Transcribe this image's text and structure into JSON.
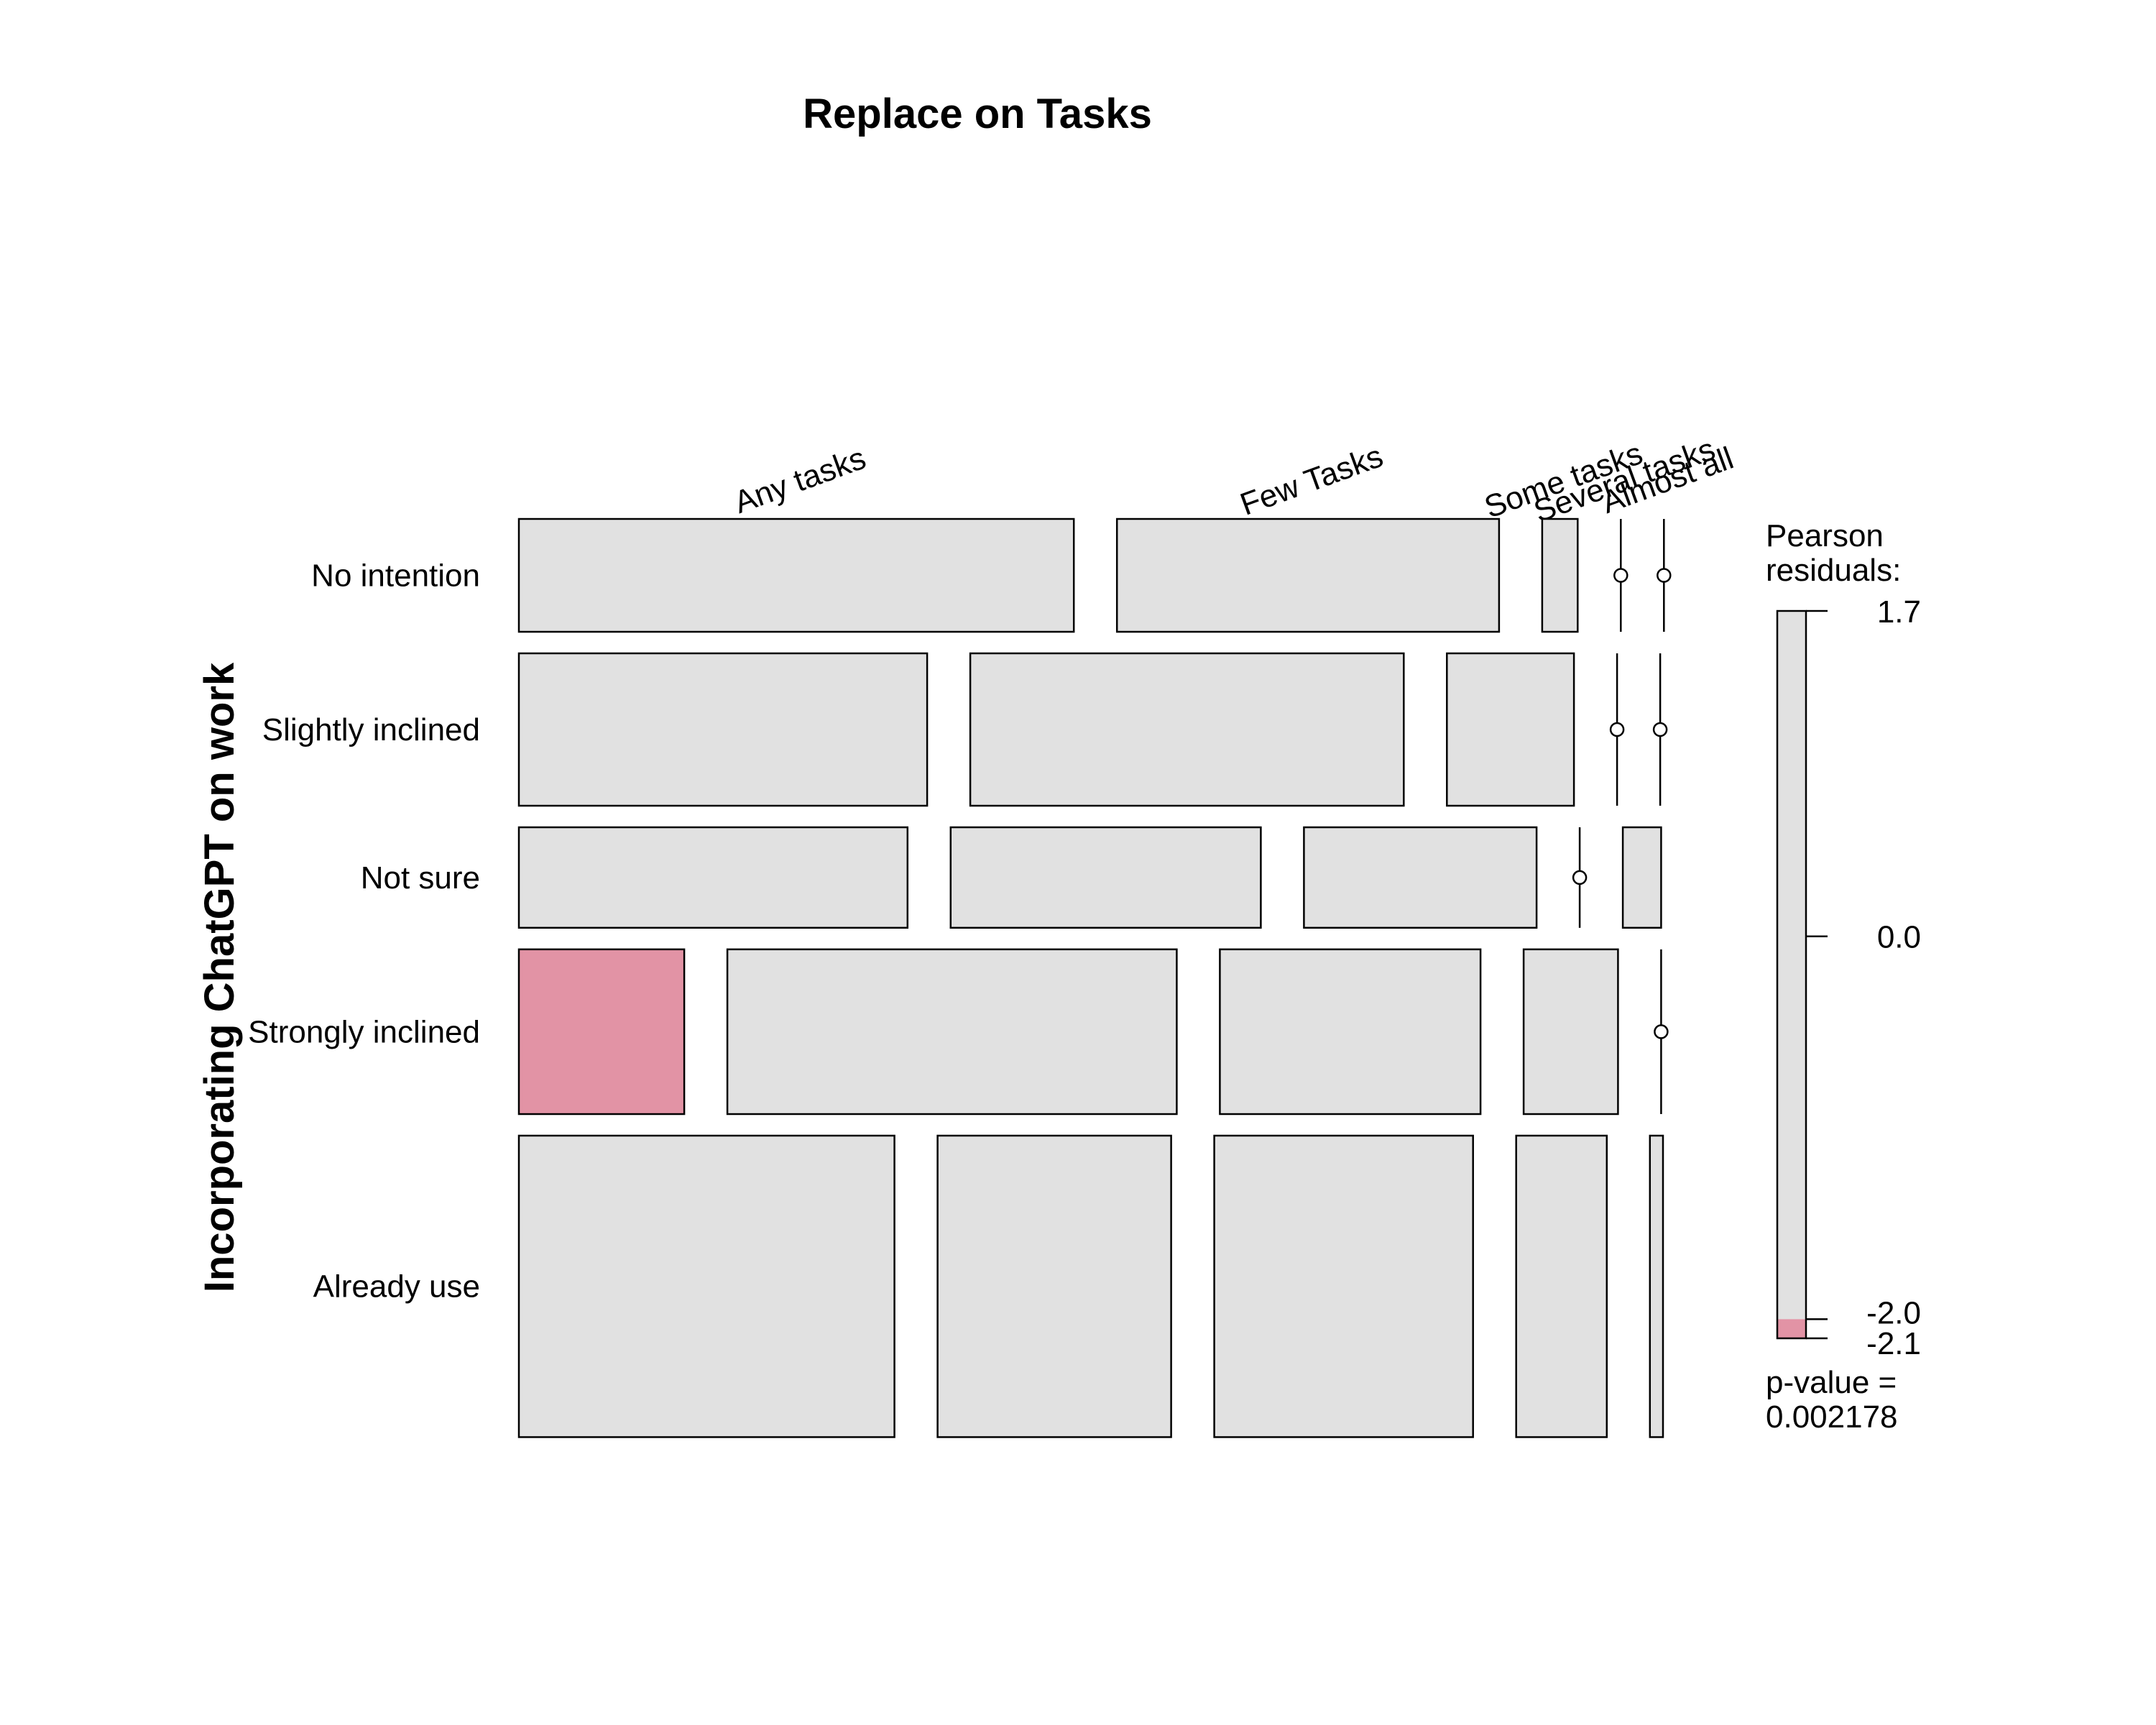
{
  "chart_data": {
    "type": "mosaic",
    "title": "Replace on Tasks",
    "ylabel": "Incorporating ChatGPT on work",
    "columns": [
      "Any tasks",
      "Few Tasks",
      "Some tasks",
      "Several tasks",
      "Almost all"
    ],
    "rows": [
      {
        "name": "No intention",
        "proportion": 0.137,
        "cells": [
          {
            "col": "Any tasks",
            "share": 0.594,
            "residual": 0.0
          },
          {
            "col": "Few Tasks",
            "share": 0.409,
            "residual": 0.0
          },
          {
            "col": "Some tasks",
            "share": 0.038,
            "residual": 0.0
          },
          {
            "col": "Several tasks",
            "share": 0,
            "residual": 0.0
          },
          {
            "col": "Almost all",
            "share": 0,
            "residual": 0.0
          }
        ]
      },
      {
        "name": "Slightly inclined",
        "proportion": 0.185,
        "cells": [
          {
            "col": "Any tasks",
            "share": 0.437,
            "residual": 0.0
          },
          {
            "col": "Few Tasks",
            "share": 0.464,
            "residual": 0.0
          },
          {
            "col": "Some tasks",
            "share": 0.136,
            "residual": 0.0
          },
          {
            "col": "Several tasks",
            "share": 0,
            "residual": 0.0
          },
          {
            "col": "Almost all",
            "share": 0,
            "residual": 0.0
          }
        ]
      },
      {
        "name": "Not sure",
        "proportion": 0.122,
        "cells": [
          {
            "col": "Any tasks",
            "share": 0.416,
            "residual": 0.0
          },
          {
            "col": "Few Tasks",
            "share": 0.332,
            "residual": 0.0
          },
          {
            "col": "Some tasks",
            "share": 0.249,
            "residual": 0.0
          },
          {
            "col": "Several tasks",
            "share": 0,
            "residual": 0.0
          },
          {
            "col": "Almost all",
            "share": 0.041,
            "residual": 0.0
          }
        ]
      },
      {
        "name": "Strongly inclined",
        "proportion": 0.2,
        "cells": [
          {
            "col": "Any tasks",
            "share": 0.177,
            "residual": -2.1
          },
          {
            "col": "Few Tasks",
            "share": 0.481,
            "residual": 0.0
          },
          {
            "col": "Some tasks",
            "share": 0.279,
            "residual": 0.0
          },
          {
            "col": "Several tasks",
            "share": 0.101,
            "residual": 0.0
          },
          {
            "col": "Almost all",
            "share": 0,
            "residual": 0.0
          }
        ]
      },
      {
        "name": "Already use",
        "proportion": 0.366,
        "cells": [
          {
            "col": "Any tasks",
            "share": 0.402,
            "residual": 0.0
          },
          {
            "col": "Few Tasks",
            "share": 0.25,
            "residual": 0.0
          },
          {
            "col": "Some tasks",
            "share": 0.277,
            "residual": 0.0
          },
          {
            "col": "Several tasks",
            "share": 0.097,
            "residual": 0.0
          },
          {
            "col": "Almost all",
            "share": 0.014,
            "residual": 0.0
          }
        ]
      }
    ],
    "legend": {
      "title_line1": "Pearson",
      "title_line2": "residuals:",
      "max": 1.7,
      "ticks": [
        1.7,
        0.0,
        -2.0,
        -2.1
      ],
      "tick_labels": [
        "1.7",
        "0.0",
        "-2.0",
        "-2.1"
      ],
      "min": -2.1,
      "shaded_from": -2.0,
      "pvalue_line1": "p-value =",
      "pvalue_line2": "0.002178"
    },
    "colors": {
      "neutral": "#e1e1e1",
      "negative": "#e293a5",
      "border": "#000000"
    }
  }
}
